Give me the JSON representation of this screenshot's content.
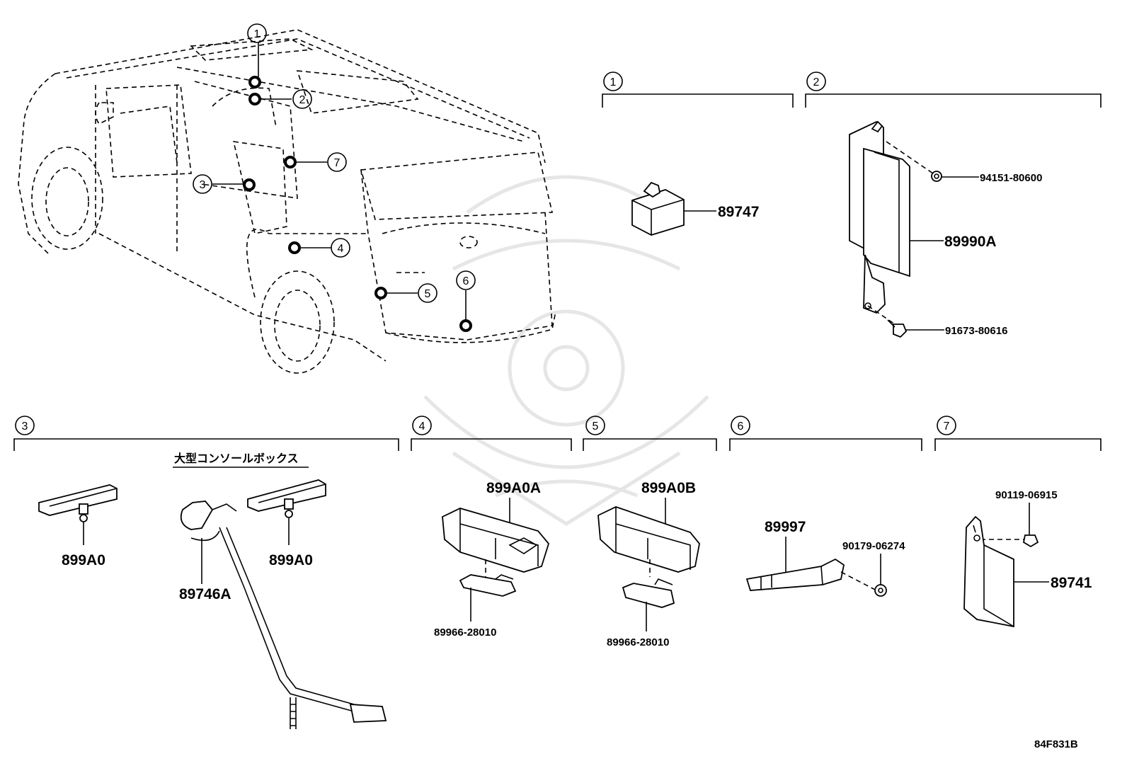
{
  "diagram_code": "84F831B",
  "callouts": [
    {
      "id": "c1",
      "label": "1"
    },
    {
      "id": "c2",
      "label": "2"
    },
    {
      "id": "c3",
      "label": "3"
    },
    {
      "id": "c4",
      "label": "4"
    },
    {
      "id": "c5",
      "label": "5"
    },
    {
      "id": "c6",
      "label": "6"
    },
    {
      "id": "c7",
      "label": "7"
    }
  ],
  "sections": {
    "s1": {
      "label": "1",
      "parts": [
        "89747"
      ]
    },
    "s2": {
      "label": "2",
      "parts": [
        "94151-80600",
        "89990A",
        "91673-80616"
      ]
    },
    "s3": {
      "label": "3",
      "subheading": "大型コンソールボックス",
      "parts": [
        "899A0",
        "89746A",
        "899A0"
      ]
    },
    "s4": {
      "label": "4",
      "parts": [
        "899A0A",
        "89966-28010"
      ]
    },
    "s5": {
      "label": "5",
      "parts": [
        "899A0B",
        "89966-28010"
      ]
    },
    "s6": {
      "label": "6",
      "parts": [
        "89997",
        "90179-06274"
      ]
    },
    "s7": {
      "label": "7",
      "parts": [
        "90119-06915",
        "89741"
      ]
    }
  }
}
